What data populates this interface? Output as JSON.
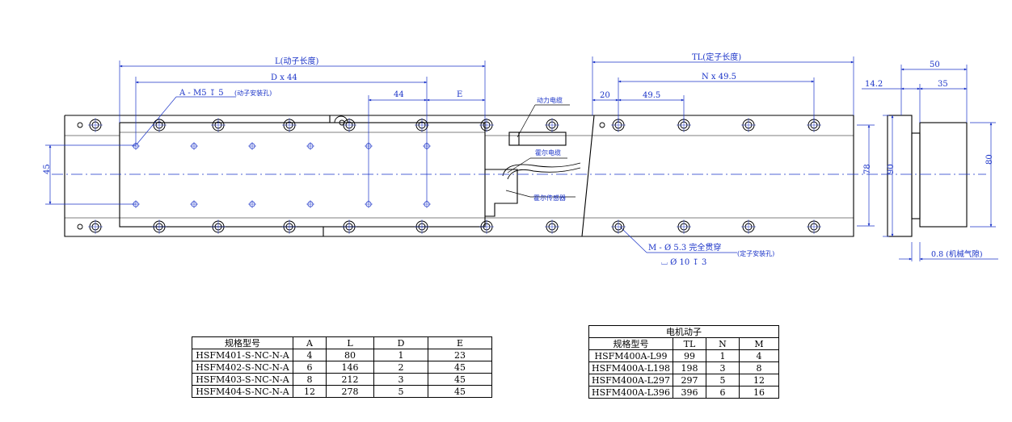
{
  "dims": {
    "L": "L(动子长度)",
    "Dx44": "D x 44",
    "p44": "44",
    "E": "E",
    "A_M5": "A - M5 ↧ 5",
    "mover_hole": "(动子安装孔)",
    "power_cable": "动力电缆",
    "hall_cable": "霍尔电缆",
    "hall_sensor": "霍尔传感器",
    "TL": "TL(定子长度)",
    "Nx495": "N x 49.5",
    "d20": "20",
    "d495": "49.5",
    "d45": "45",
    "d78": "78",
    "d90": "90",
    "d50": "50",
    "d142": "14.2",
    "d35": "35",
    "d80": "80",
    "gap": "0.8 (机械气隙)",
    "M_hole": "M - Ø 5.3 完全贯穿",
    "stator_hole": "(定子安装孔)",
    "cbore": "⌴ Ø 10 ↧ 3"
  },
  "mover_table": {
    "headers": [
      "规格型号",
      "A",
      "L",
      "D",
      "E"
    ],
    "rows": [
      [
        "HSFM401-S-NC-N-A",
        "4",
        "80",
        "1",
        "23"
      ],
      [
        "HSFM402-S-NC-N-A",
        "6",
        "146",
        "2",
        "45"
      ],
      [
        "HSFM403-S-NC-N-A",
        "8",
        "212",
        "3",
        "45"
      ],
      [
        "HSFM404-S-NC-N-A",
        "12",
        "278",
        "5",
        "45"
      ]
    ]
  },
  "stator_table": {
    "title": "电机动子",
    "headers": [
      "规格型号",
      "TL",
      "N",
      "M"
    ],
    "rows": [
      [
        "HSFM400A-L99",
        "99",
        "1",
        "4"
      ],
      [
        "HSFM400A-L198",
        "198",
        "3",
        "8"
      ],
      [
        "HSFM400A-L297",
        "297",
        "5",
        "12"
      ],
      [
        "HSFM400A-L396",
        "396",
        "6",
        "16"
      ]
    ]
  }
}
